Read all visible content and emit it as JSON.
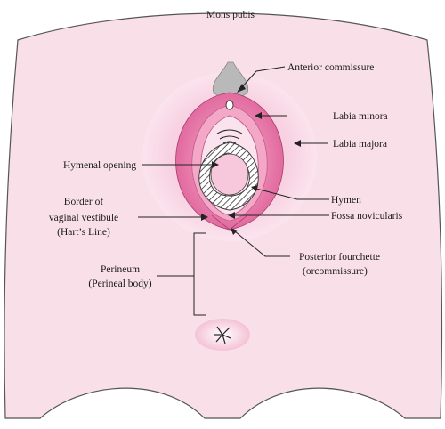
{
  "labels": {
    "mons_pubis": "Mons pubis",
    "anterior_commissure": "Anterior commissure",
    "labia_minora": "Labia minora",
    "labia_majora": "Labia majora",
    "hymenal_opening": "Hymenal opening",
    "hymen": "Hymen",
    "border_line1": "Border of",
    "border_line2": "vaginal vestibule",
    "border_line3": "(Hart’s Line)",
    "fossa_novicularis": "Fossa novicularis",
    "posterior_fourchette_line1": "Posterior fourchette",
    "posterior_fourchette_line2": "(orcommissure)",
    "perineum_line1": "Perineum",
    "perineum_line2": "(Perineal body)"
  },
  "colors": {
    "skin": "#f9dfe8",
    "outline": "#555555",
    "labia_majora_glow": "#f6c6d9",
    "labia_minora": "#e46aa0",
    "labia_minora_inner": "#f2a8c6",
    "vestibule": "#fbe3ee",
    "clitoral_hood": "#b9b9b9",
    "hymen_hatch": "#333333"
  }
}
